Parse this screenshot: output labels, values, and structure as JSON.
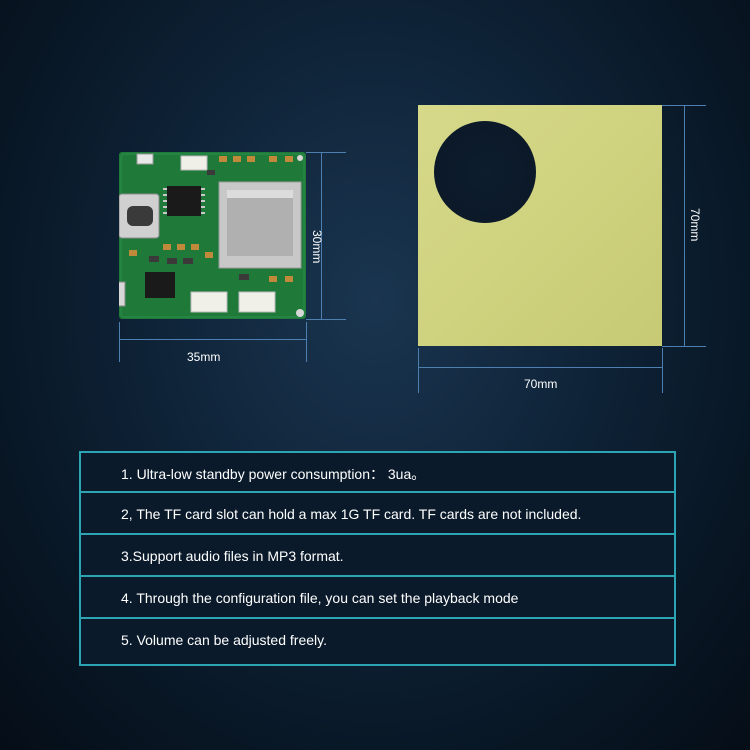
{
  "module": {
    "width_label": "35mm",
    "height_label": "30mm"
  },
  "pad": {
    "width_label": "70mm",
    "height_label": "70mm",
    "color": "#cfd27e"
  },
  "features": [
    "1. Ultra-low standby power consumption： 3ua。",
    "2, The TF card slot can hold a max 1G TF card. TF cards are not included.",
    "3.Support audio files in MP3 format.",
    "4. Through the configuration file, you can set the playback mode",
    "5. Volume can be adjusted freely."
  ],
  "colors": {
    "panel_border": "#2da4b3",
    "pcb_green": "#1f7a3a",
    "dimension_line": "#4d7fb0"
  }
}
